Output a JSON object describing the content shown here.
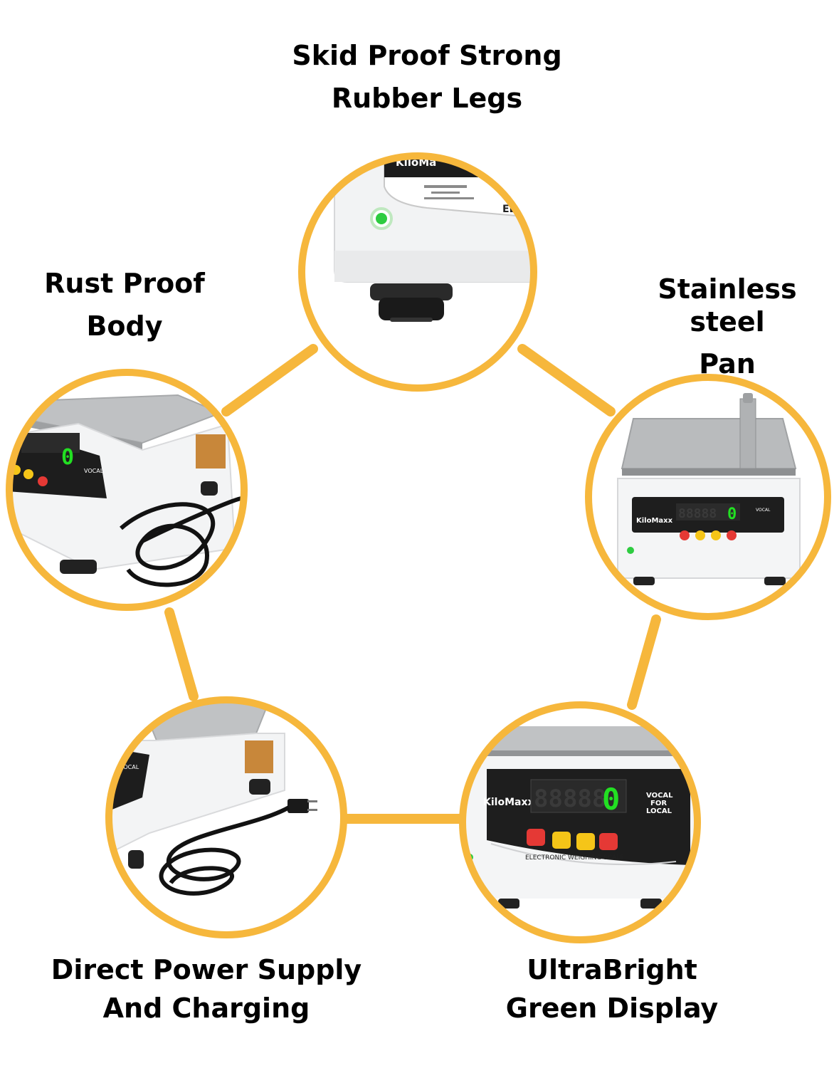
{
  "features": [
    {
      "id": "legs",
      "line1": "Skid Proof Strong",
      "line2": "Rubber Legs"
    },
    {
      "id": "body",
      "line1": "Rust Proof",
      "line2": "Body"
    },
    {
      "id": "pan",
      "line1": "Stainless steel",
      "line2": "Pan"
    },
    {
      "id": "power",
      "line1": "Direct Power Supply",
      "line2": "And Charging"
    },
    {
      "id": "display",
      "line1": "UltraBright",
      "line2": "Green Display"
    }
  ],
  "product": {
    "brand": "KiloMaxx",
    "display_reading": "88888",
    "display_digit": "0",
    "badge_line1": "VOCAL",
    "badge_line2": "FOR",
    "badge_line3": "LOCAL",
    "scale_label": "ELECTRONIC WEIGHING SCALE",
    "top_brand": "KiloMa",
    "top_suffix": "EL"
  },
  "colors": {
    "ring": "#f6b73c",
    "connector": "#f6b73c",
    "scale_body": "#f4f5f6",
    "pan": "#b9bbbd",
    "display_bg": "#1e1e1e",
    "digit": "#22e022",
    "button_red": "#e53935",
    "button_yellow": "#f5c518"
  }
}
